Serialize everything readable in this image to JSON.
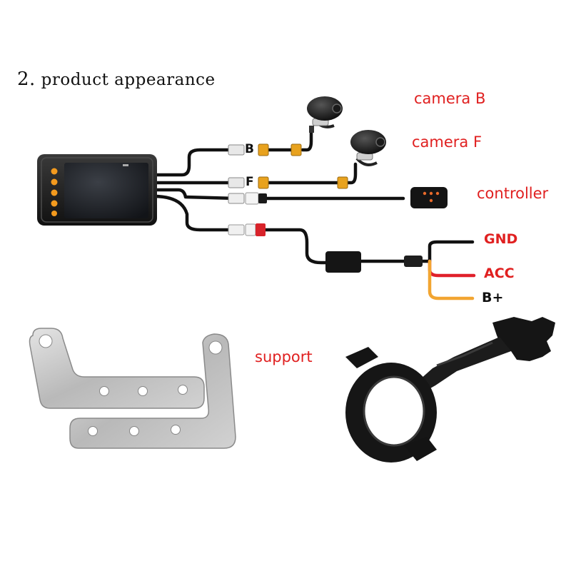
{
  "heading": {
    "number": "2.",
    "text": "product appearance"
  },
  "labels": {
    "camera_b": "camera B",
    "camera_f": "camera F",
    "controller": "controller",
    "support": "support"
  },
  "connectors": {
    "b": "B",
    "f": "F"
  },
  "wires": {
    "gnd": {
      "label": "GND",
      "color": "#111111",
      "label_color": "#e02020"
    },
    "acc": {
      "label": "ACC",
      "color": "#e0202a",
      "label_color": "#e02020"
    },
    "bplus": {
      "label": "B+",
      "color": "#f2a531",
      "label_color": "#111111"
    }
  },
  "colors": {
    "accent_red": "#e02020",
    "connector_yellow": "#e8a21e",
    "cable": "#111111"
  }
}
